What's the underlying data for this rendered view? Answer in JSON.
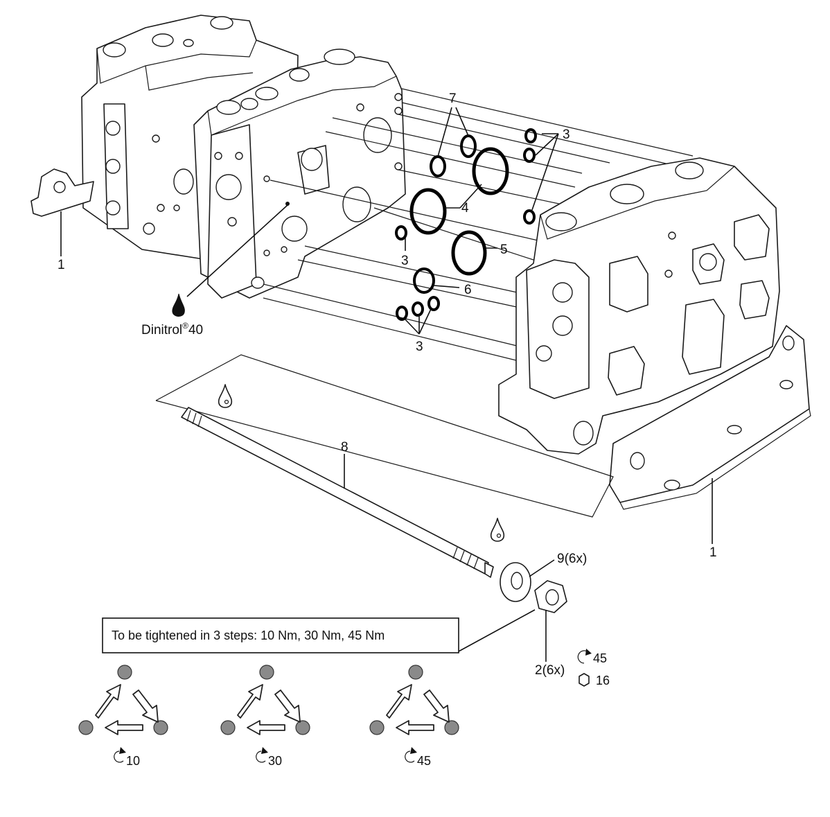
{
  "callouts": {
    "bracket_left": "1",
    "bracket_right": "1",
    "oring_top_a": "7",
    "oring_top_b": "3",
    "oring_large": "4",
    "oring_small_left": "3",
    "oring_mid": "5",
    "oring_6": "6",
    "oring_bottom": "3",
    "tie_rod": "8",
    "washer": "9(6x)",
    "nut": "2(6x)"
  },
  "grease": {
    "name": "Dinitrol",
    "registered": "®",
    "grade": "40"
  },
  "nut_specs": {
    "torque": "45",
    "wrench_size": "16"
  },
  "instruction": "To be tightened in 3 steps: 10 Nm, 30 Nm, 45 Nm",
  "steps": [
    {
      "torque": "10"
    },
    {
      "torque": "30"
    },
    {
      "torque": "45"
    }
  ],
  "colors": {
    "line": "#1a1a1a",
    "dot": "#8a8a8a",
    "background": "#ffffff"
  }
}
